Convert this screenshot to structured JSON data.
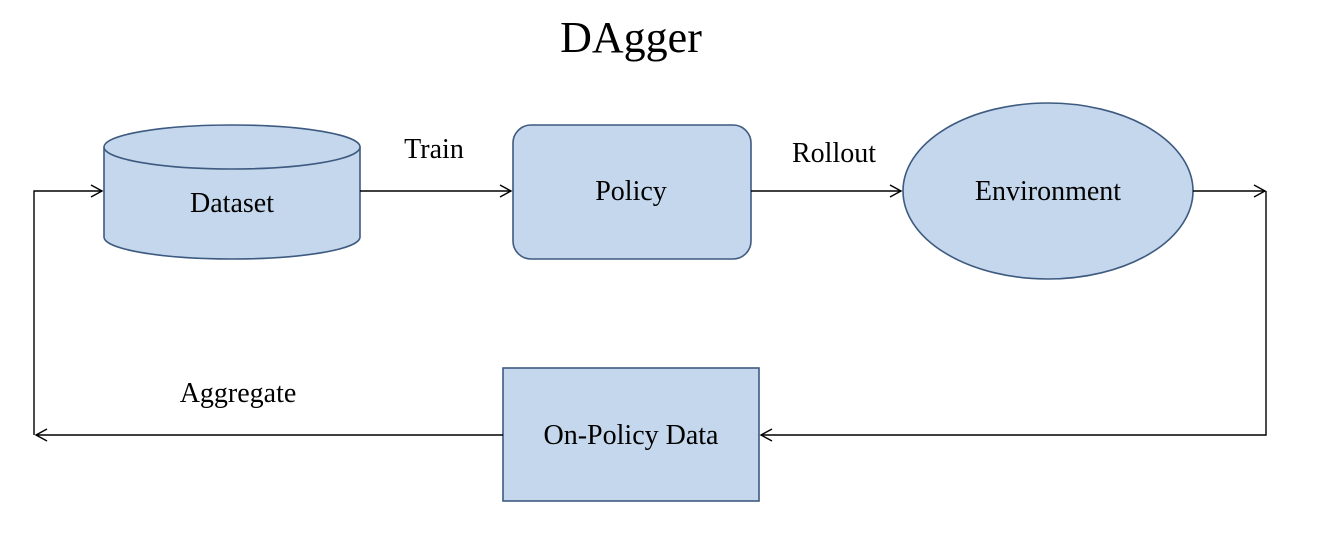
{
  "diagram": {
    "title": "DAgger",
    "nodes": {
      "dataset": {
        "label": "Dataset",
        "shape": "cylinder"
      },
      "policy": {
        "label": "Policy",
        "shape": "rounded-rectangle"
      },
      "environment": {
        "label": "Environment",
        "shape": "ellipse"
      },
      "on_policy_data": {
        "label": "On-Policy Data",
        "shape": "rectangle"
      }
    },
    "edges": {
      "train": {
        "label": "Train",
        "from": "Dataset",
        "to": "Policy"
      },
      "rollout": {
        "label": "Rollout",
        "from": "Policy",
        "to": "Environment"
      },
      "to_data": {
        "label": "",
        "from": "Environment",
        "to": "On-Policy Data"
      },
      "aggregate": {
        "label": "Aggregate",
        "from": "On-Policy Data",
        "to": "Dataset"
      }
    },
    "colors": {
      "node_fill": "#c5d7ec",
      "node_stroke": "#3d5a80",
      "edge_stroke": "#000000"
    }
  }
}
